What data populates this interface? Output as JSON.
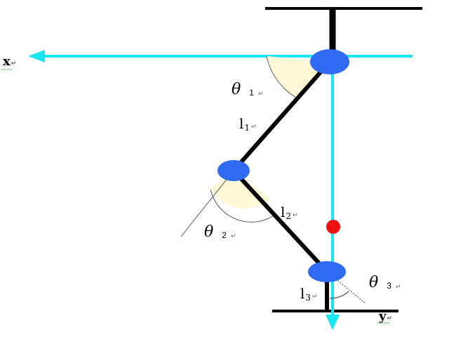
{
  "colors": {
    "axis": "#19e6f0",
    "link": "#000000",
    "joint": "#2f6bf0",
    "com": "#ee1111",
    "arc": "#555555",
    "arc_fill": "#fff7c8"
  },
  "labels": {
    "x_axis": "x",
    "y_axis": "y",
    "theta": "θ",
    "theta1_sub": "1",
    "theta2_sub": "2",
    "theta3_sub": "3",
    "l": "l",
    "l1_sub": "1",
    "l2_sub": "2",
    "l3_sub": "3",
    "return_mark": "↵"
  }
}
